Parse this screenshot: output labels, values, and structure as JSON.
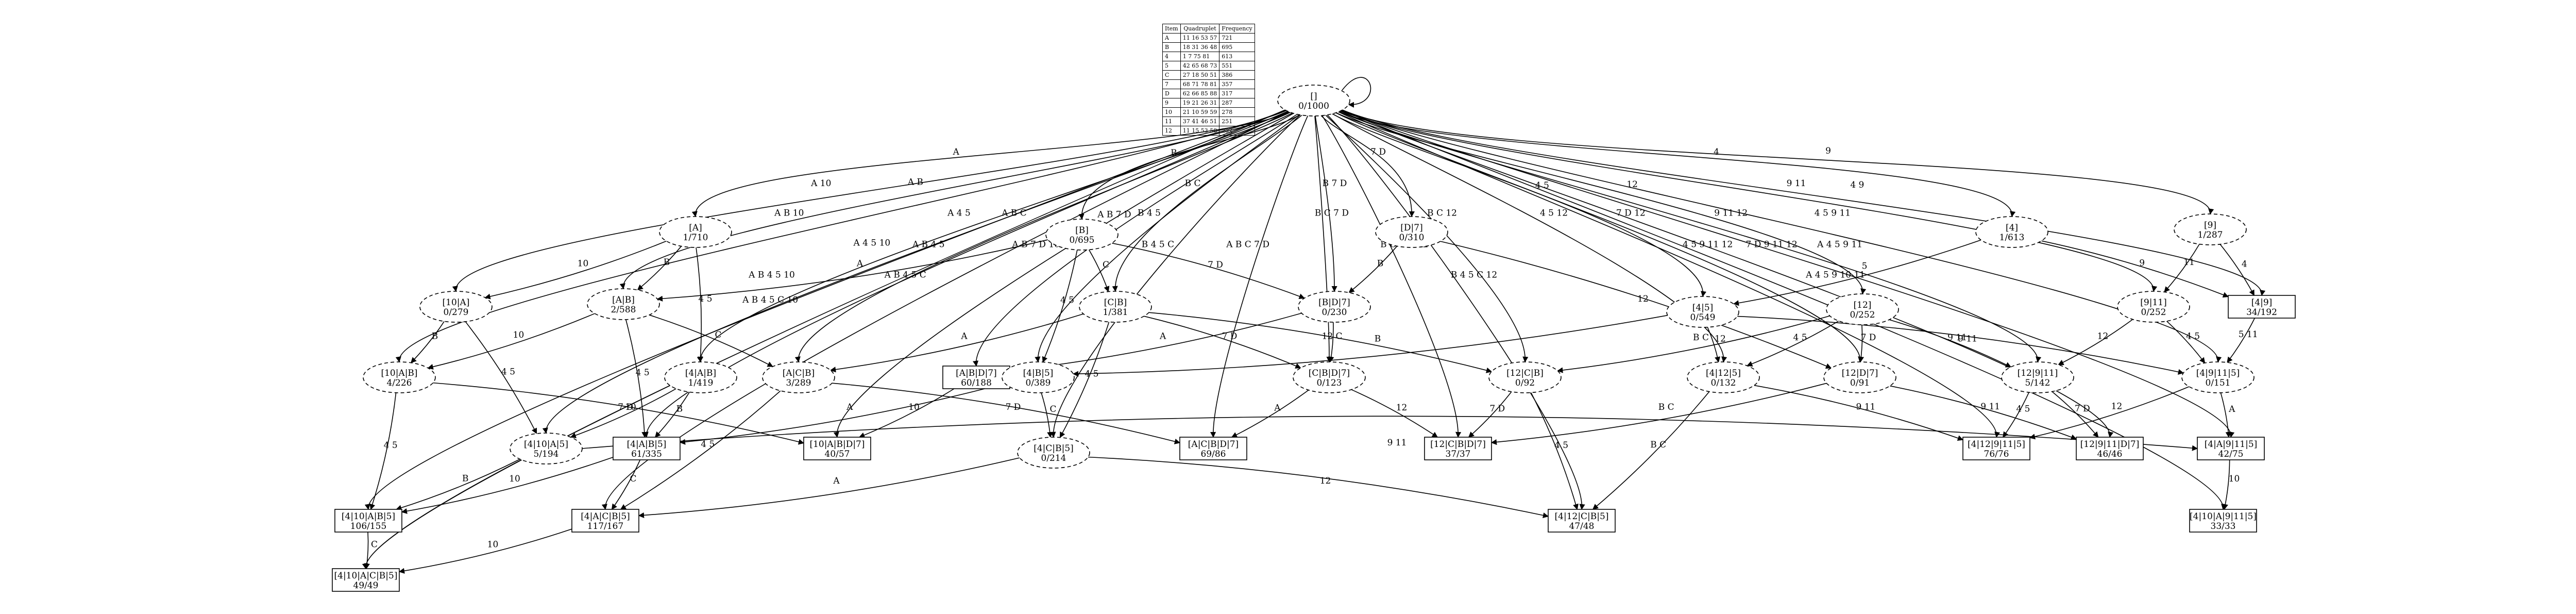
{
  "legend": {
    "headers": [
      "Item",
      "Quadruplet",
      "Frequency"
    ],
    "rows": [
      [
        "A",
        "11 16 53 57",
        "721"
      ],
      [
        "B",
        "18 31 36 48",
        "695"
      ],
      [
        "4",
        "1 7 75 81",
        "613"
      ],
      [
        "5",
        "42 65 68 73",
        "551"
      ],
      [
        "C",
        "27 18 50 51",
        "386"
      ],
      [
        "7",
        "68 71 78 81",
        "357"
      ],
      [
        "D",
        "62 66 85 88",
        "317"
      ],
      [
        "9",
        "19 21 26 31",
        "287"
      ],
      [
        "10",
        "21 10 59 59",
        "278"
      ],
      [
        "11",
        "37 41 46 51",
        "251"
      ],
      [
        "12",
        "11 15 53 58",
        "252"
      ]
    ]
  },
  "nodes": [
    {
      "id": "root",
      "line1": "[]",
      "line2": "0/1000"
    },
    {
      "id": "A",
      "line1": "[A]",
      "line2": "1/710"
    },
    {
      "id": "B",
      "line1": "[B]",
      "line2": "0/695"
    },
    {
      "id": "D7",
      "line1": "[D|7]",
      "line2": "0/310"
    },
    {
      "id": "N4",
      "line1": "[4]",
      "line2": "1/613"
    },
    {
      "id": "N9",
      "line1": "[9]",
      "line2": "1/287"
    },
    {
      "id": "N10A",
      "line1": "[10|A]",
      "line2": "0/279"
    },
    {
      "id": "AB",
      "line1": "[A|B]",
      "line2": "2/588"
    },
    {
      "id": "CB",
      "line1": "[C|B]",
      "line2": "1/381"
    },
    {
      "id": "BD7",
      "line1": "[B|D|7]",
      "line2": "0/230"
    },
    {
      "id": "N45",
      "line1": "[4|5]",
      "line2": "0/549"
    },
    {
      "id": "N12",
      "line1": "[12]",
      "line2": "0/252"
    },
    {
      "id": "N911",
      "line1": "[9|11]",
      "line2": "0/252"
    },
    {
      "id": "N49",
      "line1": "[4|9]",
      "line2": "34/192"
    },
    {
      "id": "N10AB",
      "line1": "[10|A|B]",
      "line2": "4/226"
    },
    {
      "id": "N4AB",
      "line1": "[4|A|B]",
      "line2": "1/419"
    },
    {
      "id": "ACB",
      "line1": "[A|C|B]",
      "line2": "3/289"
    },
    {
      "id": "ABD7",
      "line1": "[A|B|D|7]",
      "line2": "60/188"
    },
    {
      "id": "N4B5",
      "line1": "[4|B|5]",
      "line2": "0/389"
    },
    {
      "id": "CBD7",
      "line1": "[C|B|D|7]",
      "line2": "0/123"
    },
    {
      "id": "N12CB",
      "line1": "[12|C|B]",
      "line2": "0/92"
    },
    {
      "id": "N4125",
      "line1": "[4|12|5]",
      "line2": "0/132"
    },
    {
      "id": "N12D7",
      "line1": "[12|D|7]",
      "line2": "0/91"
    },
    {
      "id": "N12911",
      "line1": "[12|9|11]",
      "line2": "5/142"
    },
    {
      "id": "N49115",
      "line1": "[4|9|11|5]",
      "line2": "0/151"
    },
    {
      "id": "N410A5",
      "line1": "[4|10|A|5]",
      "line2": "5/194"
    },
    {
      "id": "N4AB5",
      "line1": "[4|A|B|5]",
      "line2": "61/335"
    },
    {
      "id": "N10ABD7",
      "line1": "[10|A|B|D|7]",
      "line2": "40/57"
    },
    {
      "id": "N4CB5",
      "line1": "[4|C|B|5]",
      "line2": "0/214"
    },
    {
      "id": "ACBD7",
      "line1": "[A|C|B|D|7]",
      "line2": "69/86"
    },
    {
      "id": "N12CBD7",
      "line1": "[12|C|B|D|7]",
      "line2": "37/37"
    },
    {
      "id": "N412911_5",
      "line1": "[4|12|9|11|5]",
      "line2": "76/76"
    },
    {
      "id": "N12911D7",
      "line1": "[12|9|11|D|7]",
      "line2": "46/46"
    },
    {
      "id": "N4A9115",
      "line1": "[4|A|9|11|5]",
      "line2": "42/75"
    },
    {
      "id": "N410AB5",
      "line1": "[4|10|A|B|5]",
      "line2": "106/155"
    },
    {
      "id": "N4ACB5",
      "line1": "[4|A|C|B|5]",
      "line2": "117/167"
    },
    {
      "id": "N412CB5",
      "line1": "[4|12|C|B|5]",
      "line2": "47/48"
    },
    {
      "id": "N4109A11_5",
      "line1": "[4|10|A|9|11|5]",
      "line2": "33/33"
    },
    {
      "id": "N410ACB5",
      "line1": "[4|10|A|C|B|5]",
      "line2": "49/49"
    }
  ],
  "edges": [
    {
      "from": "root",
      "to": "root",
      "label": ""
    },
    {
      "from": "root",
      "to": "A",
      "label": "A"
    },
    {
      "from": "root",
      "to": "B",
      "label": "B"
    },
    {
      "from": "root",
      "to": "D7",
      "label": "7 D"
    },
    {
      "from": "root",
      "to": "N4",
      "label": "4"
    },
    {
      "from": "root",
      "to": "N9",
      "label": "9"
    },
    {
      "from": "root",
      "to": "N10A",
      "label": "A 10"
    },
    {
      "from": "root",
      "to": "AB",
      "label": "A B"
    },
    {
      "from": "root",
      "to": "CB",
      "label": "B C"
    },
    {
      "from": "root",
      "to": "BD7",
      "label": "B 7 D"
    },
    {
      "from": "root",
      "to": "N45",
      "label": "4 5"
    },
    {
      "from": "root",
      "to": "N12",
      "label": "12"
    },
    {
      "from": "root",
      "to": "N911",
      "label": "9 11"
    },
    {
      "from": "root",
      "to": "N49",
      "label": "4 9"
    },
    {
      "from": "root",
      "to": "N10AB",
      "label": "A B 10"
    },
    {
      "from": "root",
      "to": "N4AB",
      "label": "A 4 5"
    },
    {
      "from": "root",
      "to": "ACB",
      "label": "A B C"
    },
    {
      "from": "root",
      "to": "ABD7",
      "label": "A B 7 D"
    },
    {
      "from": "root",
      "to": "N4B5",
      "label": "B 4 5"
    },
    {
      "from": "root",
      "to": "CBD7",
      "label": "B C 7 D"
    },
    {
      "from": "root",
      "to": "N12CB",
      "label": "B C 12"
    },
    {
      "from": "root",
      "to": "N4125",
      "label": "4 5 12"
    },
    {
      "from": "root",
      "to": "N12D7",
      "label": "7 D 12"
    },
    {
      "from": "root",
      "to": "N12911",
      "label": "9 11 12"
    },
    {
      "from": "root",
      "to": "N49115",
      "label": "4 5 9 11"
    },
    {
      "from": "root",
      "to": "N410A5",
      "label": "A 4 5 10"
    },
    {
      "from": "root",
      "to": "N4AB5",
      "label": "A B 4 5"
    },
    {
      "from": "root",
      "to": "N10ABD7",
      "label": "A B 7 D 10"
    },
    {
      "from": "root",
      "to": "N4CB5",
      "label": "B 4 5 C"
    },
    {
      "from": "root",
      "to": "ACBD7",
      "label": "A B C 7 D"
    },
    {
      "from": "root",
      "to": "N12CBD7",
      "label": "B C 7 D 12"
    },
    {
      "from": "root",
      "to": "N412911_5",
      "label": "4 5 9 11 12"
    },
    {
      "from": "root",
      "to": "N12911D7",
      "label": "7 D 9 11 12"
    },
    {
      "from": "root",
      "to": "N4A9115",
      "label": "A 4 5 9 11"
    },
    {
      "from": "root",
      "to": "N410AB5",
      "label": "A B 4 5 10"
    },
    {
      "from": "root",
      "to": "N4ACB5",
      "label": "A B 4 5 C"
    },
    {
      "from": "root",
      "to": "N412CB5",
      "label": "B 4 5 C 12"
    },
    {
      "from": "root",
      "to": "N4109A11_5",
      "label": "A 4 5 9 10 11"
    },
    {
      "from": "root",
      "to": "N410ACB5",
      "label": "A B 4 5 C 10"
    },
    {
      "from": "A",
      "to": "N10A",
      "label": "10"
    },
    {
      "from": "A",
      "to": "AB",
      "label": "B"
    },
    {
      "from": "A",
      "to": "N4AB",
      "label": "4 5"
    },
    {
      "from": "B",
      "to": "AB",
      "label": "A"
    },
    {
      "from": "B",
      "to": "CB",
      "label": "C"
    },
    {
      "from": "B",
      "to": "BD7",
      "label": "7 D"
    },
    {
      "from": "B",
      "to": "N4B5",
      "label": "4 5"
    },
    {
      "from": "D7",
      "to": "BD7",
      "label": "B"
    },
    {
      "from": "D7",
      "to": "N12D7",
      "label": "12"
    },
    {
      "from": "N4",
      "to": "N45",
      "label": "5"
    },
    {
      "from": "N4",
      "to": "N49",
      "label": "9"
    },
    {
      "from": "N9",
      "to": "N911",
      "label": "11"
    },
    {
      "from": "N9",
      "to": "N49",
      "label": "4"
    },
    {
      "from": "N10A",
      "to": "N10AB",
      "label": "B"
    },
    {
      "from": "N10A",
      "to": "N410A5",
      "label": "4 5"
    },
    {
      "from": "AB",
      "to": "N10AB",
      "label": "10"
    },
    {
      "from": "AB",
      "to": "N4AB5",
      "label": "4 5"
    },
    {
      "from": "AB",
      "to": "ACB",
      "label": "C"
    },
    {
      "from": "CB",
      "to": "ACB",
      "label": "A"
    },
    {
      "from": "CB",
      "to": "CBD7",
      "label": "7 D"
    },
    {
      "from": "CB",
      "to": "N12CB",
      "label": "12"
    },
    {
      "from": "CB",
      "to": "N4CB5",
      "label": "4 5"
    },
    {
      "from": "BD7",
      "to": "ABD7",
      "label": "A"
    },
    {
      "from": "BD7",
      "to": "CBD7",
      "label": "C"
    },
    {
      "from": "N45",
      "to": "N4B5",
      "label": "B"
    },
    {
      "from": "N45",
      "to": "N4125",
      "label": "12"
    },
    {
      "from": "N45",
      "to": "N49115",
      "label": "9 11"
    },
    {
      "from": "N12",
      "to": "N12CB",
      "label": "B C"
    },
    {
      "from": "N12",
      "to": "N4125",
      "label": "4 5"
    },
    {
      "from": "N12",
      "to": "N12D7",
      "label": "7 D"
    },
    {
      "from": "N12",
      "to": "N12911",
      "label": "9 11"
    },
    {
      "from": "N911",
      "to": "N12911",
      "label": "12"
    },
    {
      "from": "N911",
      "to": "N49115",
      "label": "4 5"
    },
    {
      "from": "N49",
      "to": "N49115",
      "label": "5 11"
    },
    {
      "from": "N10AB",
      "to": "N410AB5",
      "label": "4 5"
    },
    {
      "from": "N10AB",
      "to": "N10ABD7",
      "label": "7 D"
    },
    {
      "from": "N4AB",
      "to": "N410A5",
      "label": "10"
    },
    {
      "from": "N4AB",
      "to": "N4AB5",
      "label": "B"
    },
    {
      "from": "ACB",
      "to": "N4ACB5",
      "label": "4 5"
    },
    {
      "from": "ACB",
      "to": "ACBD7",
      "label": "7 D"
    },
    {
      "from": "ABD7",
      "to": "N10ABD7",
      "label": "10"
    },
    {
      "from": "N4B5",
      "to": "N4AB5",
      "label": "A"
    },
    {
      "from": "N4B5",
      "to": "N4CB5",
      "label": "C"
    },
    {
      "from": "CBD7",
      "to": "ACBD7",
      "label": "A"
    },
    {
      "from": "CBD7",
      "to": "N12CBD7",
      "label": "12"
    },
    {
      "from": "N12CB",
      "to": "N12CBD7",
      "label": "7 D"
    },
    {
      "from": "N12CB",
      "to": "N412CB5",
      "label": "4 5"
    },
    {
      "from": "N4125",
      "to": "N412CB5",
      "label": "B C"
    },
    {
      "from": "N4125",
      "to": "N412911_5",
      "label": "9 11"
    },
    {
      "from": "N12D7",
      "to": "N12CBD7",
      "label": "B C"
    },
    {
      "from": "N12D7",
      "to": "N12911D7",
      "label": "9 11"
    },
    {
      "from": "N12911",
      "to": "N412911_5",
      "label": "4 5"
    },
    {
      "from": "N12911",
      "to": "N12911D7",
      "label": "7 D"
    },
    {
      "from": "N49115",
      "to": "N412911_5",
      "label": "12"
    },
    {
      "from": "N49115",
      "to": "N4A9115",
      "label": "A"
    },
    {
      "from": "N410A5",
      "to": "N410AB5",
      "label": "B"
    },
    {
      "from": "N410A5",
      "to": "N4A9115",
      "label": "9 11"
    },
    {
      "from": "N4AB5",
      "to": "N410AB5",
      "label": "10"
    },
    {
      "from": "N4AB5",
      "to": "N4ACB5",
      "label": "C"
    },
    {
      "from": "N4CB5",
      "to": "N4ACB5",
      "label": "A"
    },
    {
      "from": "N4CB5",
      "to": "N412CB5",
      "label": "12"
    },
    {
      "from": "N4A9115",
      "to": "N4109A11_5",
      "label": "10"
    },
    {
      "from": "N410AB5",
      "to": "N410ACB5",
      "label": "C"
    },
    {
      "from": "N4ACB5",
      "to": "N410ACB5",
      "label": "10"
    }
  ]
}
